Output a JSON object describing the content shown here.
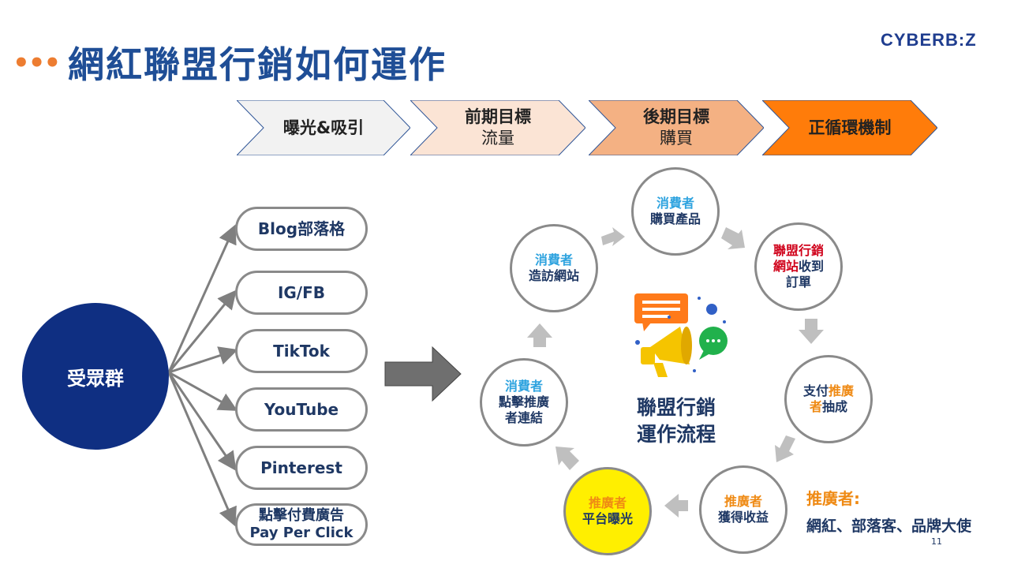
{
  "header": {
    "dots": "•••",
    "title": "網紅聯盟行銷如何運作",
    "logo": "CYBERB:Z"
  },
  "stages": [
    {
      "line1": "曝光&吸引",
      "line2": ""
    },
    {
      "line1": "前期目標",
      "line2": "流量"
    },
    {
      "line1": "後期目標",
      "line2": "購買"
    },
    {
      "line1": "正循環機制",
      "line2": ""
    }
  ],
  "stage_colors": [
    "#f2f2f2",
    "#fbe4d5",
    "#f4b183",
    "#ff7c0a"
  ],
  "audience": {
    "label": "受眾群"
  },
  "channels": [
    {
      "line1": "Blog部落格",
      "line2": ""
    },
    {
      "line1": "IG/FB",
      "line2": ""
    },
    {
      "line1": "TikTok",
      "line2": ""
    },
    {
      "line1": "YouTube",
      "line2": ""
    },
    {
      "line1": "Pinterest",
      "line2": ""
    },
    {
      "line1": "點擊付費廣告",
      "line2": "Pay Per Click"
    }
  ],
  "cycle": {
    "buy": {
      "a": "消費者",
      "b": "購買產品"
    },
    "order": {
      "a": "聯盟行銷",
      "b1": "網站",
      "b2": "收到",
      "c": "訂單"
    },
    "pay": {
      "a1": "支付",
      "a2": "推廣",
      "b1": "者",
      "b2": "抽成"
    },
    "earn": {
      "a": "推廣者",
      "b": "獲得收益"
    },
    "expose": {
      "a": "推廣者",
      "b": "平台曝光"
    },
    "click": {
      "a": "消費者",
      "b": "點擊推廣",
      "c": "者連結"
    },
    "visit": {
      "a": "消費者",
      "b": "造訪網站"
    }
  },
  "center": {
    "line1": "聯盟行銷",
    "line2": "運作流程"
  },
  "promoters": {
    "label": "推廣者:",
    "text": "網紅、部落客、品牌大使"
  },
  "page_number": "11",
  "colors": {
    "navy": "#0f2f82",
    "title_blue": "#1f4e96",
    "orange": "#ef8a14",
    "yellow_highlight": "#ffef00",
    "cyan": "#2ea3df",
    "red": "#d0021b"
  }
}
